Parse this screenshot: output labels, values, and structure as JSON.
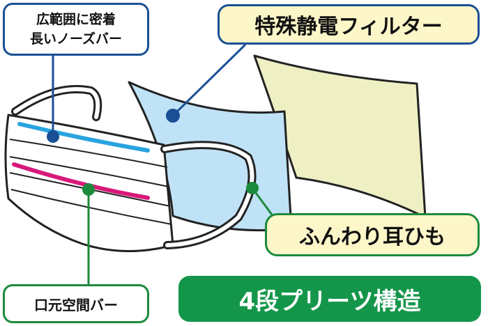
{
  "labels": {
    "nose_bar_line1": "広範囲に密着",
    "nose_bar_line2": "長いノーズバー",
    "filter": "特殊静電フィルター",
    "ear_loop": "ふんわり耳ひも",
    "mouth_bar": "口元空間バー",
    "structure": "4段プリーツ構造"
  },
  "colors": {
    "blue_accent": "#1a4f95",
    "green_accent": "#1c8a3c",
    "nose_bar_stripe": "#29a3e0",
    "mouth_bar_stripe": "#d8187a",
    "filter_blue": "#bfe2f6",
    "filter_yellow": "#eef0c4",
    "callout_fill": "#fdf6c8",
    "badge_green": "#14964a"
  }
}
